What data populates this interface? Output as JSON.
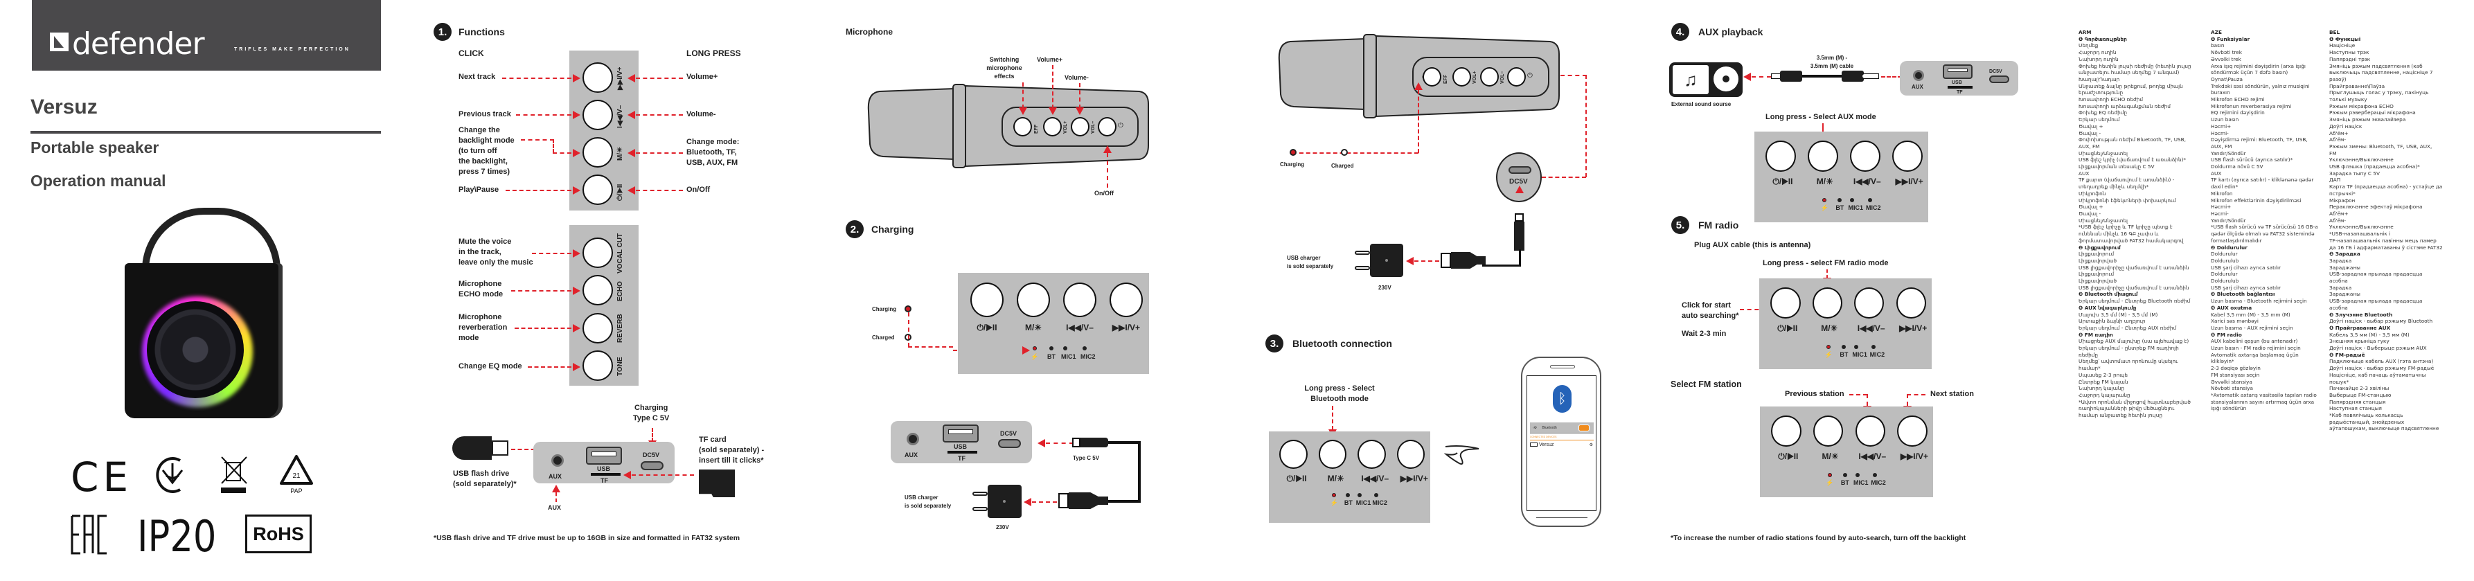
{
  "cover": {
    "brand": "defender",
    "tagline": "TRIFLES MAKE PERFECTION",
    "model": "Versuz",
    "subtitle": "Portable speaker",
    "doc_title": "Operation manual",
    "certifications": [
      "CE",
      "UA",
      "WEEE",
      "21 PAP",
      "EAC",
      "IP20",
      "RoHS"
    ],
    "pap_number": "21",
    "pap_label": "PAP"
  },
  "functions": {
    "number": "1.",
    "title": "Functions",
    "click_header": "CLICK",
    "long_press_header": "LONG PRESS",
    "top_panel": [
      {
        "glyph": "▶▶I/V+",
        "click": "Next track",
        "long": "Volume+"
      },
      {
        "glyph": "I◀◀/V–",
        "click": "Previous track",
        "long": "Volume-"
      },
      {
        "glyph": "M/☀",
        "click": "Change the backlight mode (to turn off the backlight, press 7 times)",
        "long": "Change mode: Bluetooth, TF, USB, AUX, FM"
      },
      {
        "glyph": "⏻/▶II",
        "click": "Play\\Pause",
        "long": "On/Off"
      }
    ],
    "click_lines": {
      "backlight": [
        "Change the",
        "backlight mode",
        "(to turn off",
        "the backlight,",
        "press 7 times)"
      ],
      "mode": [
        "Change mode:",
        "Bluetooth, TF,",
        "USB, AUX, FM"
      ]
    },
    "bottom_panel": [
      {
        "glyph": "VOCAL CUT",
        "lines": [
          "Mute the voice",
          "in the track,",
          "leave only the music"
        ]
      },
      {
        "glyph": "ECHO",
        "lines": [
          "Microphone",
          "ECHO mode"
        ]
      },
      {
        "glyph": "REVERB",
        "lines": [
          "Microphone",
          "reverberation",
          "mode"
        ]
      },
      {
        "glyph": "TONE",
        "lines": [
          "Change EQ mode"
        ]
      }
    ],
    "ports": {
      "charging_label": [
        "Charging",
        "Type C 5V"
      ],
      "usb_drive_label": [
        "USB flash drive",
        "(sold separately)*"
      ],
      "tf_label": [
        "TF card",
        "(sold separately) -",
        "insert till it clicks*"
      ],
      "aux": "AUX",
      "usb": "USB",
      "tf": "TF",
      "dc": "DC5V",
      "aux_below": "AUX"
    },
    "footnote": "*USB flash drive and TF drive must be up to 16GB in size and formatted in FAT32 system"
  },
  "microphone": {
    "title": "Microphone",
    "labels": {
      "effects": [
        "Switching",
        "microphone",
        "effects"
      ],
      "vol_up": "Volume+",
      "vol_down": "Volume-",
      "onoff": "On/Off"
    },
    "buttons": [
      "EFF",
      "VOL+",
      "VOL–",
      "⏻"
    ]
  },
  "charging": {
    "number": "2.",
    "title": "Charging",
    "charging": "Charging",
    "charged": "Charged",
    "leds": [
      "⚡",
      "BT",
      "MIC1",
      "MIC2"
    ],
    "type_c": "Type C 5V",
    "charger": [
      "USB charger",
      "is sold separately"
    ],
    "voltage": "230V",
    "dc": "DC5V",
    "aux": "AUX",
    "usb": "USB",
    "tf": "TF"
  },
  "main_panel_glyphs": [
    "⏻/▶II",
    "M/☀",
    "I◀◀/V–",
    "▶▶I/V+"
  ],
  "bluetooth": {
    "number": "3.",
    "title": "Bluetooth connection",
    "instruction": [
      "Long press - Select",
      "Bluetooth mode"
    ],
    "phone": {
      "setting": "Bluetooth",
      "section": "CONNECTED DEVICES",
      "device": "Versuz",
      "toggle_on": true
    }
  },
  "aux": {
    "number": "4.",
    "title": "AUX playback",
    "cable": [
      "3.5mm (M) -",
      "3.5mm (M) cable"
    ],
    "source": "External sound sourse",
    "instruction": "Long press - Select AUX mode"
  },
  "fm": {
    "number": "5.",
    "title": "FM radio",
    "plug": "Plug AUX cable (this is antenna)",
    "long_press": "Long press - select FM radio mode",
    "click_start": [
      "Click for start",
      "auto searching*"
    ],
    "wait": "Wait 2-3 min",
    "select_title": "Select FM station",
    "previous": "Previous station",
    "next": "Next station",
    "footnote": "*To increase the number of radio stations found by auto-search, turn off the backlight"
  },
  "languages": [
    {
      "code": "ARM",
      "lines": [
        {
          "t": "❶ Գործառույթներ",
          "h": true
        },
        {
          "t": "Սեղմեք"
        },
        {
          "t": "Հաջորդ ուղին"
        },
        {
          "t": "Նախորդ ուղին"
        },
        {
          "t": "Փոխեք հետին լույսի ռեժիմը (հետին լույսը"
        },
        {
          "t": "անջատելու համար սեղմեք 7 անգամ)"
        },
        {
          "t": "Խաղալ\\Դադար"
        },
        {
          "t": "Անջատեք ձայնը թրեքում, թողեք միայն"
        },
        {
          "t": "երաժշտությունը"
        },
        {
          "t": "Խոսափողի ECHO ռեժիմ"
        },
        {
          "t": "Խոսափողի արձագանքման ռեժիմ"
        },
        {
          "t": "Փոխեք EQ ռեժիմը"
        },
        {
          "t": "Երկար սեղմում"
        },
        {
          "t": "Ծավալ +"
        },
        {
          "t": "Ծավալ -"
        },
        {
          "t": "Փոփոխության ռեժիմ Bluetooth, TF, USB,"
        },
        {
          "t": "AUX, FM"
        },
        {
          "t": "Միացնել/Անջատել"
        },
        {
          "t": "USB ֆլեշ կրիչ (վաճառվում է առանձին)*"
        },
        {
          "t": "Լիցքավորման տեսակը C 5V"
        },
        {
          "t": "AUX"
        },
        {
          "t": "TF քարտ (վաճառվում է առանձին) -"
        },
        {
          "t": "տեղադրեք մինչև սեղմվի*"
        },
        {
          "t": "Միկրոֆոն"
        },
        {
          "t": "Միկրոֆոնի էֆեկտների փոխարկում"
        },
        {
          "t": "Ծավալ +"
        },
        {
          "t": "Ծավալ -"
        },
        {
          "t": "Միացնել/Անջատել"
        },
        {
          "t": "*USB ֆլեշ կրիչը և TF կրիչը պետք է"
        },
        {
          "t": "ունենան մինչև 16 ԳԲ չափս և"
        },
        {
          "t": "ֆորմատավորված FAT32 համակարգով"
        },
        {
          "t": "❷ Լիցքավորում",
          "h": true
        },
        {
          "t": "Լիցքավորում"
        },
        {
          "t": "Լիցքավորված"
        },
        {
          "t": "USB լիցքավորիչը վաճառվում է առանձին"
        },
        {
          "t": "Լիցքավորում"
        },
        {
          "t": "Լիցքավորված"
        },
        {
          "t": "USB լիցքավորիչը վաճառվում է առանձին"
        },
        {
          "t": "❸ Bluetooth միացում",
          "h": true
        },
        {
          "t": "Երկար սեղմում - Ընտրեք Bluetooth ռեժիմ"
        },
        {
          "t": "❹ AUX նվագարկումը",
          "h": true
        },
        {
          "t": "Մալուխ 3,5 մմ (M) - 3,5 մմ (M)"
        },
        {
          "t": "Արտաքին ձայնի աղբյուր"
        },
        {
          "t": "Երկար սեղմում - Ընտրեք AUX ռեժիմ"
        },
        {
          "t": "❺ FM ռադիո",
          "h": true
        },
        {
          "t": "Միացրեք AUX մալուխը (սա ալեհավաք է)"
        },
        {
          "t": "Երկար սեղմում - ընտրեք FM ռադիոյի"
        },
        {
          "t": "ռեժիմը"
        },
        {
          "t": "Սեղմեք՝ ավտոմատ որոնումը սկսելու"
        },
        {
          "t": "համար*"
        },
        {
          "t": "Սպասեք 2-3 րոպե"
        },
        {
          "t": "Ընտրեք FM կայան"
        },
        {
          "t": "Նախորդ կայանը"
        },
        {
          "t": "Հաջորդ կայարանը"
        },
        {
          "t": "*Ավտո որոնման միջոցով հայտնաբերված"
        },
        {
          "t": "ռադիոկայանների թիվը մեծացնելու"
        },
        {
          "t": "համար անջատեք հետին լույսը"
        }
      ]
    },
    {
      "code": "AZE",
      "lines": [
        {
          "t": "❶ Funksiyalar",
          "h": true
        },
        {
          "t": "basın"
        },
        {
          "t": "Növbəti trek"
        },
        {
          "t": "Əvvəlki trek"
        },
        {
          "t": "Arxa işıq rejimini dəyişdirin (arxa işığı"
        },
        {
          "t": "söndürmək üçün 7 dəfə basın)"
        },
        {
          "t": "Oynat\\Pauza"
        },
        {
          "t": "Trekdəki səsi söndürün, yalnız musiqini"
        },
        {
          "t": "buraxın"
        },
        {
          "t": "Mikrofon ECHO rejimi"
        },
        {
          "t": "Mikrofonun reverberasiya rejimi"
        },
        {
          "t": "EQ rejimini dəyişdirin"
        },
        {
          "t": "Uzun basın"
        },
        {
          "t": "Həcmi+"
        },
        {
          "t": "Həcmi-"
        },
        {
          "t": "Dəyişdirmə rejimi: Bluetooth, TF, USB,"
        },
        {
          "t": "AUX, FM"
        },
        {
          "t": "Yandır/Söndür"
        },
        {
          "t": "USB flash sürücü (ayrıca satılır)*"
        },
        {
          "t": "Doldurma növü C 5V"
        },
        {
          "t": "AUX"
        },
        {
          "t": "TF kartı (ayrıca satılır) - kliklənənə qədər"
        },
        {
          "t": "daxil edin*"
        },
        {
          "t": "Mikrofon"
        },
        {
          "t": "Mikrofon effektlərinin dəyişdirilməsi"
        },
        {
          "t": "Həcmi+"
        },
        {
          "t": "Həcmi-"
        },
        {
          "t": "Yandır/Söndür"
        },
        {
          "t": "*USB flash sürücü və TF sürücüsü 16 GB-a"
        },
        {
          "t": "qədər ölçüdə olmalı və FAT32 sistemində"
        },
        {
          "t": "formatlaşdırılmalıdır"
        },
        {
          "t": "❷ Doldurulur",
          "h": true
        },
        {
          "t": "Doldurulur"
        },
        {
          "t": "Doldurulub"
        },
        {
          "t": "USB şarj cihazı ayrıca satılır"
        },
        {
          "t": "Doldurulur"
        },
        {
          "t": "Doldurulub"
        },
        {
          "t": "USB şarj cihazı ayrıca satılır"
        },
        {
          "t": "❸ Bluetooth bağlantısı",
          "h": true
        },
        {
          "t": "Uzun basma - Bluetooth rejimini seçin"
        },
        {
          "t": "❹ AUX oxutma",
          "h": true
        },
        {
          "t": "Kabel 3,5 mm (M) - 3,5 mm (M)"
        },
        {
          "t": "Xarici səs mənbəyi"
        },
        {
          "t": "Uzun basma - AUX rejimini seçin"
        },
        {
          "t": "❺ FM radio",
          "h": true
        },
        {
          "t": "AUX kabelini qoşun (bu antenadır)"
        },
        {
          "t": "Uzun basın - FM radio rejimini seçin"
        },
        {
          "t": "Avtomatik axtarışa başlamaq üçün"
        },
        {
          "t": "klikləyin*"
        },
        {
          "t": "2-3 dəqiqə gözləyin"
        },
        {
          "t": "FM stansiyası seçin"
        },
        {
          "t": "Əvvəlki stansiya"
        },
        {
          "t": "Növbəti stansiya"
        },
        {
          "t": "*Avtomatik axtarış vasitəsilə tapılan radio"
        },
        {
          "t": "stansiyalarının sayını artırmaq üçün arxa"
        },
        {
          "t": "işığı söndürün"
        }
      ]
    },
    {
      "code": "BEL",
      "lines": [
        {
          "t": "❶ Функцыі",
          "h": true
        },
        {
          "t": "Націсніце"
        },
        {
          "t": "Наступны трэк"
        },
        {
          "t": "Папярэдні трэк"
        },
        {
          "t": "Змяніць рэжым падсвятлення (каб"
        },
        {
          "t": "выключыць падсвятленне, націсніце 7"
        },
        {
          "t": "разоў)"
        },
        {
          "t": "Прайграванне\\Паўза"
        },
        {
          "t": "Прыглушыць голас у трэку, пакінуць"
        },
        {
          "t": "толькі музыку"
        },
        {
          "t": "Рэжым мікрафона ECHO"
        },
        {
          "t": "Рэжым рэверберацыі мікрафона"
        },
        {
          "t": "Змяніць рэжым эквалайзера"
        },
        {
          "t": "Доўгі націск"
        },
        {
          "t": "Аб'ём+"
        },
        {
          "t": "Аб'ём-"
        },
        {
          "t": "Рэжым змены: Bluetooth, TF, USB, AUX,"
        },
        {
          "t": "FM"
        },
        {
          "t": "Уключэнне/Выключэнне"
        },
        {
          "t": "USB флэшка (прадаецца асобна)*"
        },
        {
          "t": "Зарадка тыпу C 5V"
        },
        {
          "t": "ДАП"
        },
        {
          "t": "Карта TF (прадаецца асобна) - устаўце да"
        },
        {
          "t": "пстрычкі*"
        },
        {
          "t": "Мікрафон"
        },
        {
          "t": "Пераключэнне эфектаў мікрафона"
        },
        {
          "t": "Аб'ём+"
        },
        {
          "t": "Аб'ём-"
        },
        {
          "t": "Уключэнне/Выключэнне"
        },
        {
          "t": "*USB-назапашвальнік і"
        },
        {
          "t": "TF-назапашвальнік павінны мець памер"
        },
        {
          "t": "да 16 ГБ і адфарматаваны ў сістэме FAT32"
        },
        {
          "t": "❷ Зарадка",
          "h": true
        },
        {
          "t": "Зарадка"
        },
        {
          "t": "Зараджаны"
        },
        {
          "t": "USB-зарадная прылада прадаецца"
        },
        {
          "t": "асобна"
        },
        {
          "t": "Зарадка"
        },
        {
          "t": "Зараджаны"
        },
        {
          "t": "USB-зарадная прылада прадаецца"
        },
        {
          "t": "асобна"
        },
        {
          "t": "❸ Злучэнне Bluetooth",
          "h": true
        },
        {
          "t": "Доўгі націск - выбар рэжыму Bluetooth"
        },
        {
          "t": "❹ Прайграванне AUX",
          "h": true
        },
        {
          "t": "Кабель 3,5 мм (M) - 3,5 мм (M)"
        },
        {
          "t": "Знешняя крыніца гуку"
        },
        {
          "t": "Доўгі націск - Выберыце рэжым AUX"
        },
        {
          "t": "❺ FM-радыё",
          "h": true
        },
        {
          "t": "Падключыце кабель AUX (гэта антэна)"
        },
        {
          "t": "Доўгі націск - выбар рэжыму FM-радыё"
        },
        {
          "t": "Націсніце, каб пачаць аўтаматычны"
        },
        {
          "t": "пошук*"
        },
        {
          "t": "Пачакайце 2-3 хвіліны"
        },
        {
          "t": "Выберыце FM-станцыю"
        },
        {
          "t": "Папярэдняя станцыя"
        },
        {
          "t": "Наступная станцыя"
        },
        {
          "t": "*Каб павялічыць колькасць"
        },
        {
          "t": "радыёстанцый, знойдзеных"
        },
        {
          "t": "аўтапошукам, выключыце падсвятленне"
        }
      ]
    }
  ],
  "colors": {
    "header_bg": "#4a494b",
    "panel_gray": "#bdbdbd",
    "accent_red": "#e0222b",
    "bt_blue": "#2563b8",
    "toggle_orange": "#f08c1e"
  }
}
